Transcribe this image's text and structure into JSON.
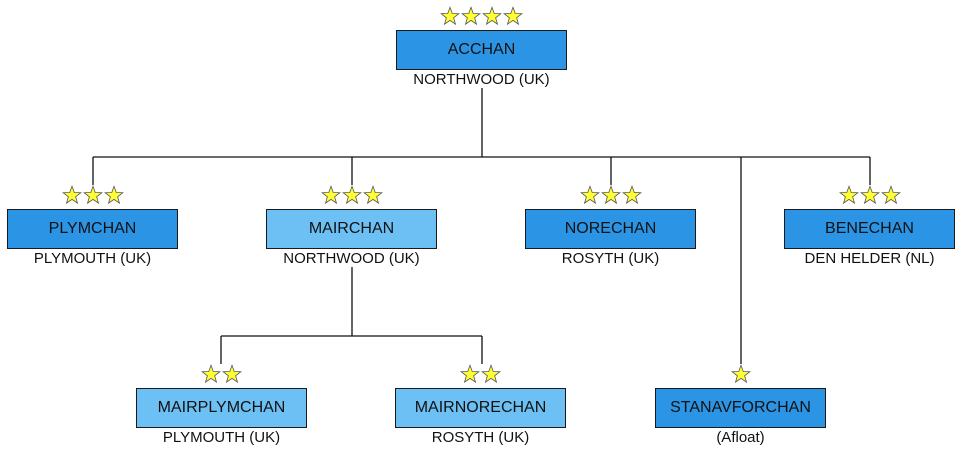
{
  "colors": {
    "dark": "#2b94e4",
    "light": "#6cc0f4",
    "star_fill": "#ffff33",
    "star_stroke": "#555555",
    "line": "#111111"
  },
  "nodes": [
    {
      "id": "acchan",
      "name": "ACCHAN",
      "location": "NORTHWOOD (UK)",
      "stars": 4,
      "shade": "dark"
    },
    {
      "id": "plymchan",
      "name": "PLYMCHAN",
      "location": "PLYMOUTH (UK)",
      "stars": 3,
      "shade": "dark"
    },
    {
      "id": "mairchan",
      "name": "MAIRCHAN",
      "location": "NORTHWOOD (UK)",
      "stars": 3,
      "shade": "light"
    },
    {
      "id": "norechan",
      "name": "NORECHAN",
      "location": "ROSYTH (UK)",
      "stars": 3,
      "shade": "dark"
    },
    {
      "id": "benechan",
      "name": "BENECHAN",
      "location": "DEN HELDER (NL)",
      "stars": 3,
      "shade": "dark"
    },
    {
      "id": "mairplymchan",
      "name": "MAIRPLYMCHAN",
      "location": "PLYMOUTH (UK)",
      "stars": 2,
      "shade": "light"
    },
    {
      "id": "mairnorechan",
      "name": "MAIRNORECHAN",
      "location": "ROSYTH (UK)",
      "stars": 2,
      "shade": "light"
    },
    {
      "id": "stanavforchan",
      "name": "STANAVFORCHAN",
      "location": "(Afloat)",
      "stars": 1,
      "shade": "dark"
    }
  ],
  "links": [
    {
      "from": "acchan",
      "to": "plymchan"
    },
    {
      "from": "acchan",
      "to": "mairchan"
    },
    {
      "from": "acchan",
      "to": "norechan"
    },
    {
      "from": "acchan",
      "to": "benechan"
    },
    {
      "from": "acchan",
      "to": "stanavforchan"
    },
    {
      "from": "mairchan",
      "to": "mairplymchan"
    },
    {
      "from": "mairchan",
      "to": "mairnorechan"
    }
  ]
}
